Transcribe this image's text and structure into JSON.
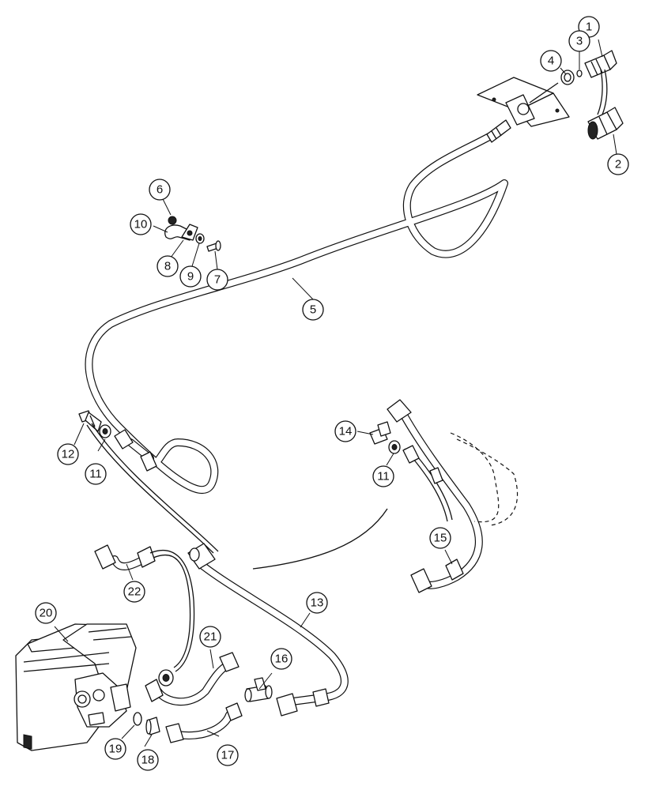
{
  "callouts": [
    {
      "id": "c1",
      "label": "1"
    },
    {
      "id": "c2",
      "label": "2"
    },
    {
      "id": "c3",
      "label": "3"
    },
    {
      "id": "c4",
      "label": "4"
    },
    {
      "id": "c5",
      "label": "5"
    },
    {
      "id": "c6",
      "label": "6"
    },
    {
      "id": "c7",
      "label": "7"
    },
    {
      "id": "c8",
      "label": "8"
    },
    {
      "id": "c9",
      "label": "9"
    },
    {
      "id": "c10",
      "label": "10"
    },
    {
      "id": "c11a",
      "label": "11"
    },
    {
      "id": "c11b",
      "label": "11"
    },
    {
      "id": "c12",
      "label": "12"
    },
    {
      "id": "c13",
      "label": "13"
    },
    {
      "id": "c14",
      "label": "14"
    },
    {
      "id": "c15",
      "label": "15"
    },
    {
      "id": "c16",
      "label": "16"
    },
    {
      "id": "c17",
      "label": "17"
    },
    {
      "id": "c18",
      "label": "18"
    },
    {
      "id": "c19",
      "label": "19"
    },
    {
      "id": "c20",
      "label": "20"
    },
    {
      "id": "c21",
      "label": "21"
    },
    {
      "id": "c22",
      "label": "22"
    }
  ]
}
